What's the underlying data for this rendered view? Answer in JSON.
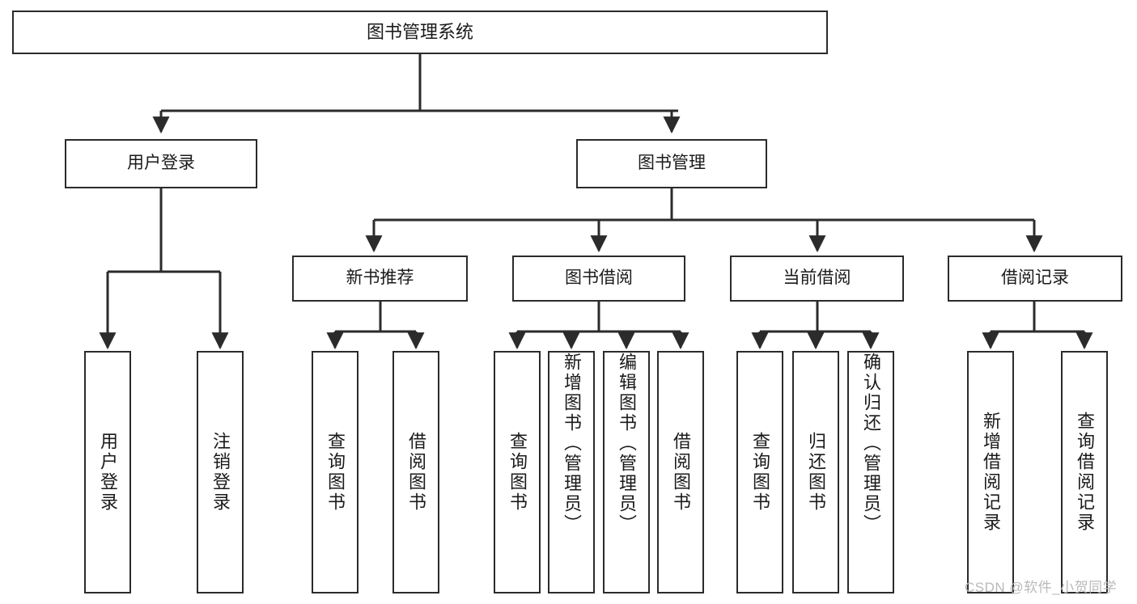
{
  "diagram": {
    "title": "图书管理系统",
    "type": "tree",
    "watermark": "CSDN @软件_小贺同学",
    "colors": {
      "border": "#2b2b2b",
      "fill": "#ffffff",
      "line": "#2b2b2b",
      "text": "#1a1a1a",
      "watermark": "#b9b9b9"
    },
    "nodes": {
      "root": "图书管理系统",
      "level1": [
        {
          "label": "用户登录"
        },
        {
          "label": "图书管理"
        }
      ],
      "level2": [
        {
          "label": "新书推荐"
        },
        {
          "label": "图书借阅"
        },
        {
          "label": "当前借阅"
        },
        {
          "label": "借阅记录"
        }
      ],
      "leaves": {
        "user_login": [
          {
            "label": "用户登录"
          },
          {
            "label": "注销登录"
          }
        ],
        "new_book_recommend": [
          {
            "label": "查询图书"
          },
          {
            "label": "借阅图书"
          }
        ],
        "book_borrow": [
          {
            "label": "查询图书"
          },
          {
            "label": "新增图书（管理员）"
          },
          {
            "label": "编辑图书（管理员）"
          },
          {
            "label": "借阅图书"
          }
        ],
        "current_borrow": [
          {
            "label": "查询图书"
          },
          {
            "label": "归还图书"
          },
          {
            "label": "确认归还（管理员）"
          }
        ],
        "borrow_records": [
          {
            "label": "新增借阅记录"
          },
          {
            "label": "查询借阅记录"
          }
        ]
      }
    }
  }
}
